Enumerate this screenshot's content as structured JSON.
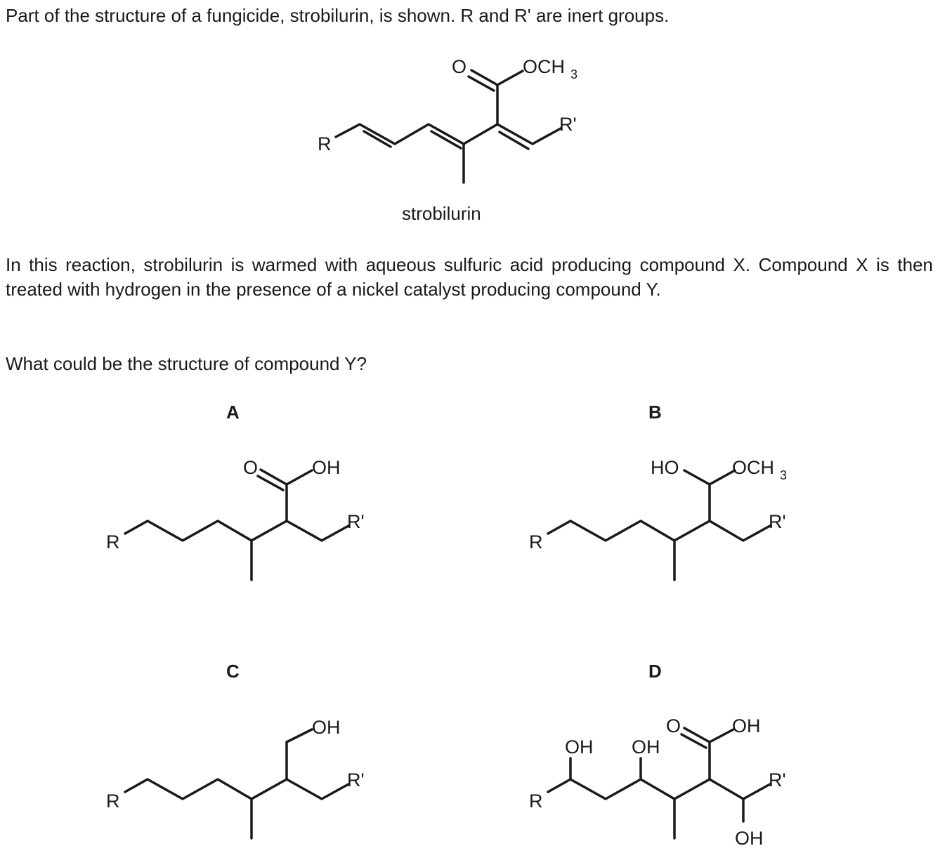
{
  "intro": "Part of the structure of a fungicide, strobilurin, is shown. R and R' are inert groups.",
  "paragraph": "In this reaction, strobilurin is warmed with aqueous sulfuric acid producing compound X. Compound X is then treated with hydrogen in the presence of a nickel catalyst producing compound Y.",
  "question": "What could be the structure of compound Y?",
  "strobilurin": {
    "caption": "strobilurin",
    "R": "R",
    "Rprime": "R'",
    "O": "O",
    "OCH": "OCH",
    "sub3": "3"
  },
  "options": {
    "A": {
      "label": "A",
      "R": "R",
      "Rprime": "R'",
      "O": "O",
      "OH": "OH"
    },
    "B": {
      "label": "B",
      "R": "R",
      "Rprime": "R'",
      "HO": "HO",
      "OCH": "OCH",
      "sub3": "3"
    },
    "C": {
      "label": "C",
      "R": "R",
      "Rprime": "R'",
      "OH": "OH"
    },
    "D": {
      "label": "D",
      "R": "R",
      "Rprime": "R'",
      "O": "O",
      "OH_acid": "OH",
      "OH_1": "OH",
      "OH_2": "OH",
      "OH_3": "OH"
    }
  }
}
